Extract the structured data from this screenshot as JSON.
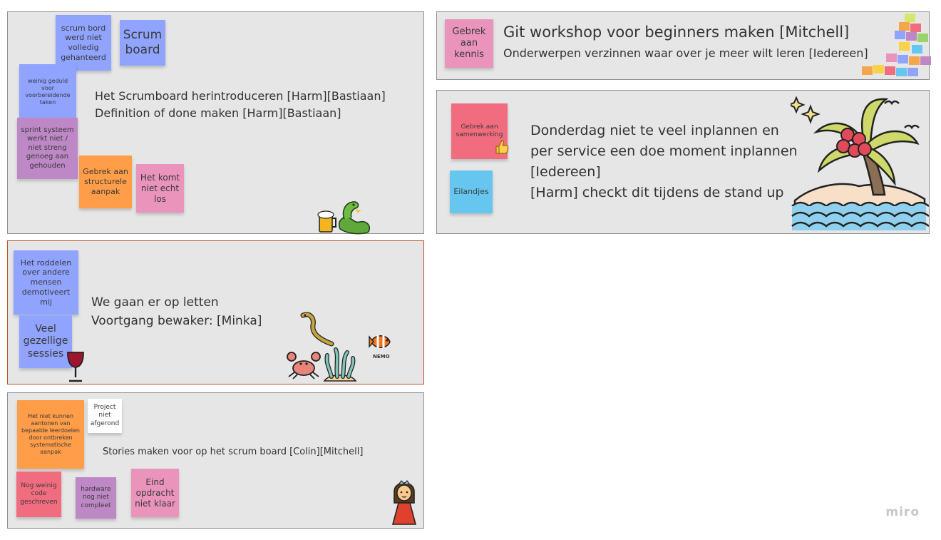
{
  "board": {
    "logo": "miro"
  },
  "frames": {
    "frame1": {
      "stickies": {
        "s1": "scrum bord werd niet volledig gehanteerd",
        "s2": "Scrum board",
        "s3": "weinig geduld voor voorbereidende taken",
        "s4": "sprint systeem werkt niet / niet streng genoeg aan gehouden",
        "s5": "Gebrek aan structurele aanpak",
        "s6": "Het komt niet echt los"
      },
      "lines": [
        "Het Scrumboard herintroduceren [Harm][Bastiaan]",
        "Definition of done maken [Harm][Bastiaan]"
      ]
    },
    "frame2": {
      "stickies": {
        "s1": "Gebrek aan kennis"
      },
      "lines": [
        "Git workshop voor beginners maken [Mitchell]",
        "Onderwerpen verzinnen waar over je meer wilt leren [Iedereen]"
      ]
    },
    "frame3": {
      "stickies": {
        "s1": "Gebrek aan samenwerking",
        "s2": "Eilandjes"
      },
      "lines": [
        "Donderdag niet te veel inplannen en",
        "per service een doe moment inplannen",
        "[Iedereen]",
        "[Harm] checkt dit tijdens de stand up"
      ]
    },
    "frame4": {
      "stickies": {
        "s1": "Het roddelen over andere mensen demotiveert mij",
        "s2": "Veel gezellige sessies"
      },
      "lines": [
        "We gaan er op letten",
        "Voortgang bewaker: [Minka]"
      ],
      "sticker_label": "NEMO"
    },
    "frame5": {
      "stickies": {
        "s1": "Het niet kunnen aantonen van bepaalde leerdoelen door ontbreken systematische aanpak",
        "s2": "Project niet afgerond",
        "s3": "Nog weinig code geschreven",
        "s4": "hardware nog niet compleet",
        "s5": "Eind opdracht niet klaar"
      },
      "lines": [
        "Stories maken voor op het scrum board [Colin][Mitchell]"
      ]
    }
  },
  "colors": {
    "frame_bg": "#e6e6e6",
    "blue": "#8fa3ff",
    "orange": "#ff9d48",
    "pink": "#ea94bb",
    "purple": "#be88c7",
    "red": "#f16c7f",
    "cyan": "#67c6f0"
  },
  "icons": [
    "beer-mug-icon",
    "dragon-icon",
    "thumbs-up-icon",
    "palm-island-icon",
    "wine-glass-icon",
    "eel-icon",
    "crab-icon",
    "coral-icon",
    "clownfish-icon",
    "princess-icon"
  ]
}
